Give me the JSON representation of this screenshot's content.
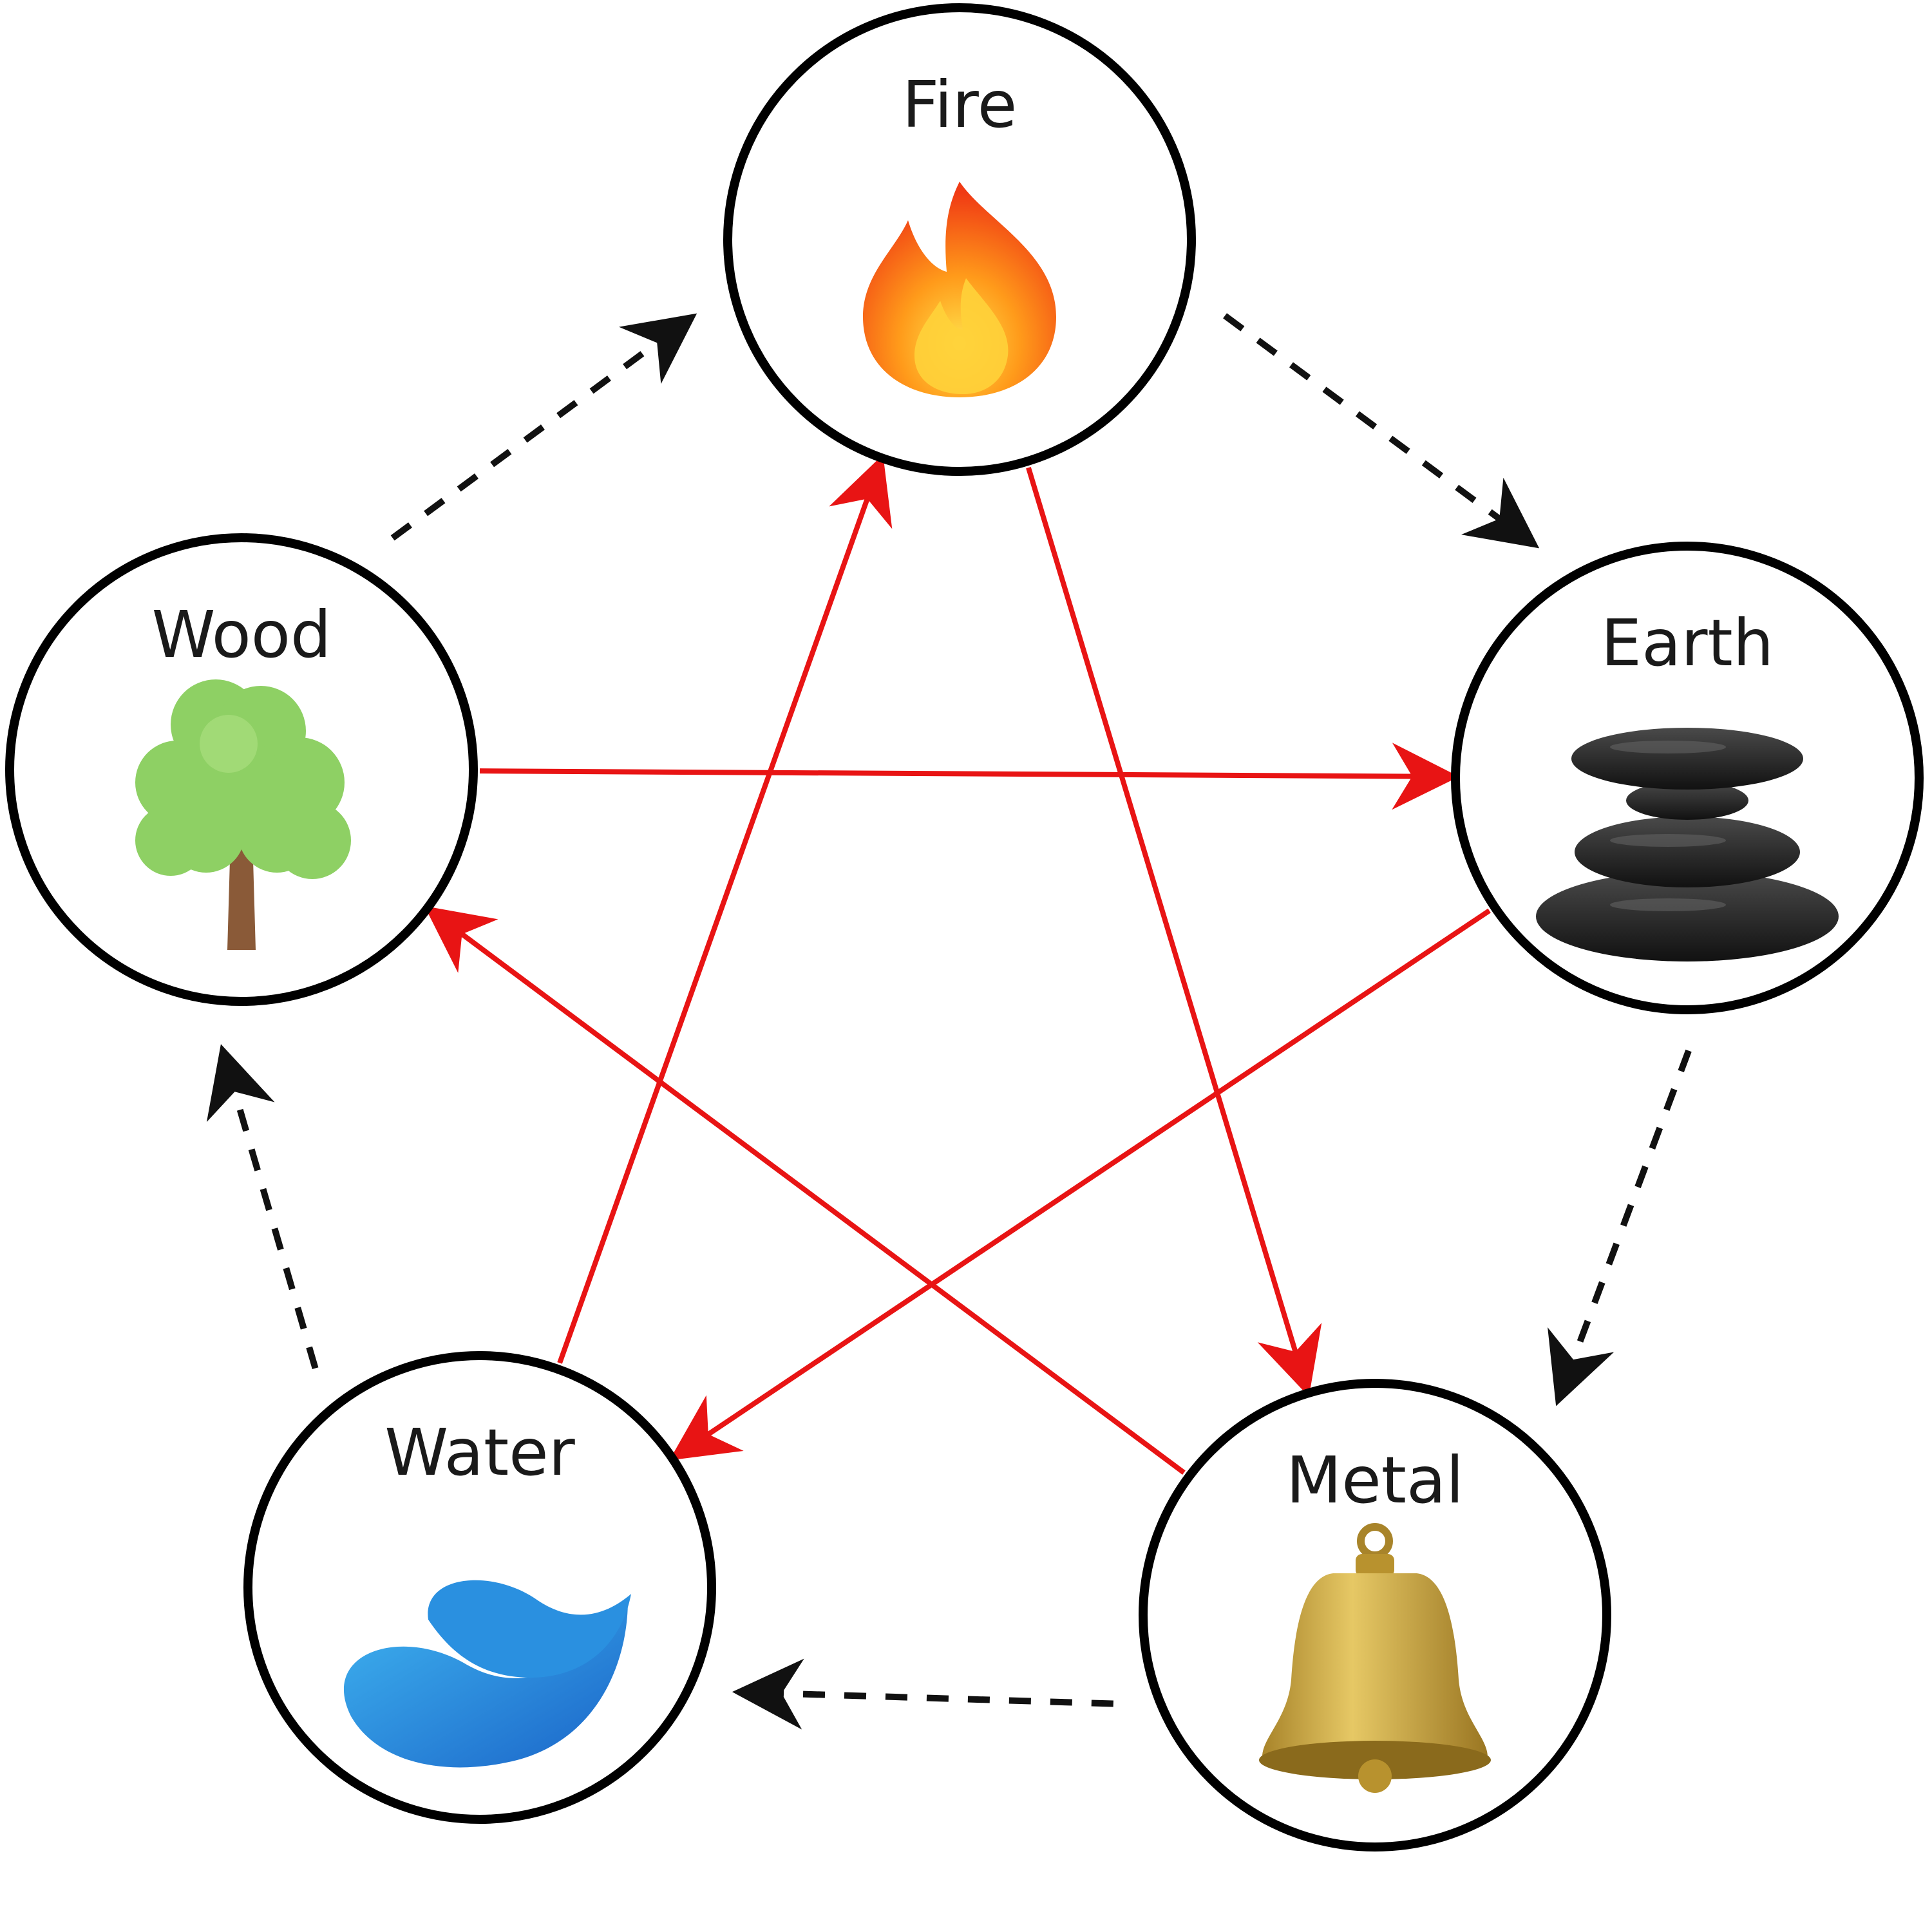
{
  "nodes": [
    {
      "id": "fire",
      "label": "Fire",
      "icon": "flame-icon"
    },
    {
      "id": "earth",
      "label": "Earth",
      "icon": "stacked-stones-icon"
    },
    {
      "id": "metal",
      "label": "Metal",
      "icon": "bell-icon"
    },
    {
      "id": "water",
      "label": "Water",
      "icon": "water-wave-icon"
    },
    {
      "id": "wood",
      "label": "Wood",
      "icon": "tree-icon"
    }
  ],
  "generating_cycle": [
    {
      "from": "wood",
      "to": "fire"
    },
    {
      "from": "fire",
      "to": "earth"
    },
    {
      "from": "earth",
      "to": "metal"
    },
    {
      "from": "metal",
      "to": "water"
    },
    {
      "from": "water",
      "to": "wood"
    }
  ],
  "controlling_cycle": [
    {
      "from": "fire",
      "to": "metal"
    },
    {
      "from": "metal",
      "to": "wood"
    },
    {
      "from": "wood",
      "to": "earth"
    },
    {
      "from": "earth",
      "to": "water"
    },
    {
      "from": "water",
      "to": "fire"
    }
  ],
  "colors": {
    "generating_arrow": "#111111",
    "controlling_arrow": "#e81414",
    "node_border": "#000000",
    "label": "#1a1a1a"
  }
}
